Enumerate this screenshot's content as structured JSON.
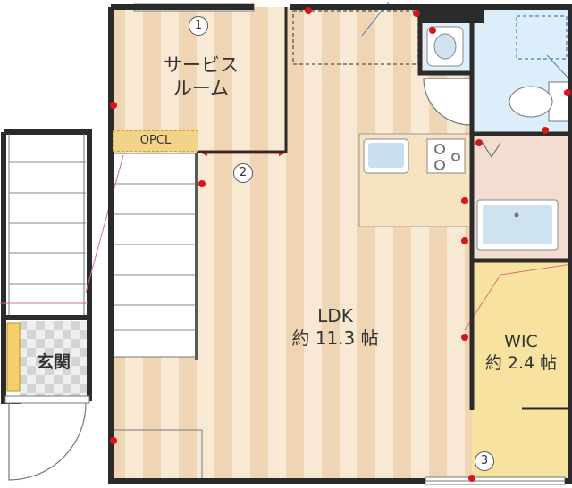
{
  "rooms": {
    "service_room": {
      "line1": "サービス",
      "line2": "ルーム"
    },
    "ldk": {
      "name": "LDK",
      "area": "約 11.3 帖"
    },
    "wic": {
      "name": "WIC",
      "area": "約 2.4 帖"
    },
    "entrance": {
      "name": "玄関"
    }
  },
  "opcl_label": "OPCL",
  "markers": [
    "1",
    "2",
    "3"
  ],
  "colors": {
    "wall": "#2b2b2b",
    "floor_light": "#f7e9d4",
    "floor_stripe": "#efd5b4",
    "wic_floor": "#f8e2a0",
    "water_area": "#dbeefa",
    "counter": "#f7e3bf",
    "vanity_area": "#f4dcd0",
    "outlet": "#d9141b"
  }
}
